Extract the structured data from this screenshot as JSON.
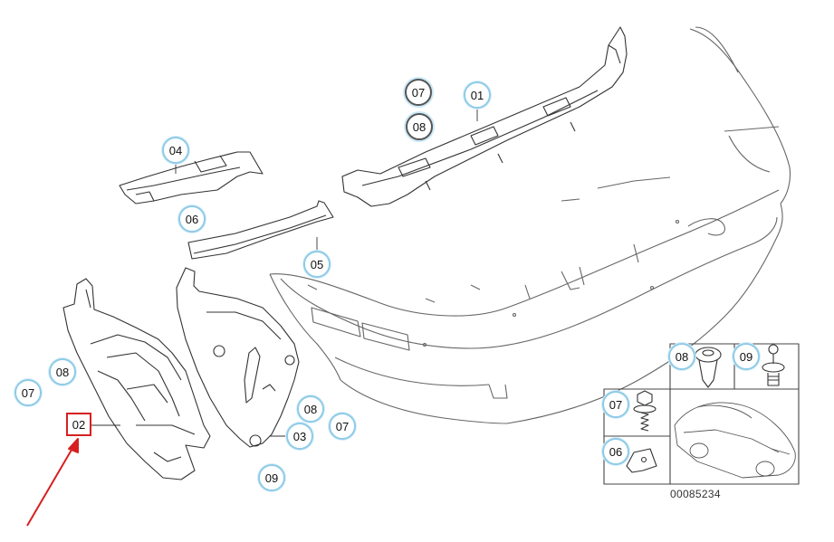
{
  "diagram": {
    "document_number": "00085234",
    "callouts": {
      "c01": "01",
      "c02": "02",
      "c03": "03",
      "c04": "04",
      "c05": "05",
      "c06a": "06",
      "c06b": "06",
      "c07a": "07",
      "c07b": "07",
      "c07c": "07",
      "c07d": "07",
      "c08a": "08",
      "c08b": "08",
      "c08c": "08",
      "c08d": "08",
      "c09a": "09",
      "c09b": "09"
    },
    "highlight_color": "#d62020",
    "callout_ring_color": "#8fcbe6"
  }
}
